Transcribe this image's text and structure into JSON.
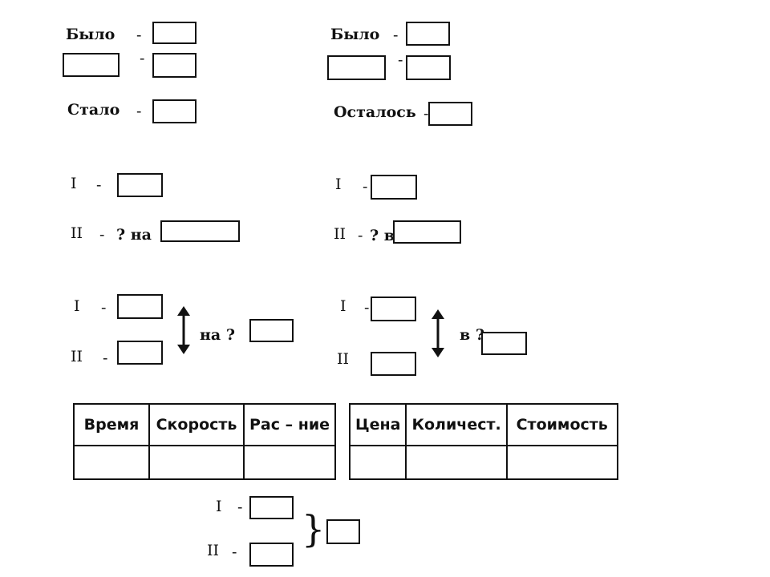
{
  "top_left": {
    "bylo": "Было",
    "stalo": "Стало",
    "dash": "-"
  },
  "top_right": {
    "bylo": "Было",
    "ostalos": "Осталось",
    "dash": "-"
  },
  "mid_left": {
    "one": "I",
    "two": "II",
    "dash": "-",
    "q_na": "? на"
  },
  "mid_right": {
    "one": "I",
    "two": "II",
    "dash": "-",
    "q_v": "? в"
  },
  "cmp_left": {
    "one": "I",
    "two": "II",
    "dash": "-",
    "label": "на ?"
  },
  "cmp_right": {
    "one": "I",
    "two": "II",
    "dash": "-",
    "label": "в ?"
  },
  "table_left": {
    "headers": [
      "Время",
      "Скорость",
      "Рас – ние"
    ]
  },
  "table_right": {
    "headers": [
      "Цена",
      "Количест.",
      "Стоимость"
    ]
  },
  "bottom": {
    "one": "I",
    "two": "II",
    "dash": "-",
    "brace": "}"
  }
}
